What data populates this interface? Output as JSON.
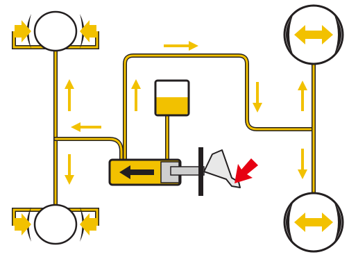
{
  "colors": {
    "fluid": "#f2c100",
    "outline": "#231f20",
    "piston": "#c8c8c8",
    "input_arrow": "#e60012",
    "background": "#ffffff"
  },
  "parts": {
    "wheels": [
      {
        "position": "front-left",
        "type": "drum-or-caliper",
        "force": "inward"
      },
      {
        "position": "rear-left",
        "type": "drum-or-caliper",
        "force": "inward"
      },
      {
        "position": "front-right",
        "type": "expanding",
        "force": "outward"
      },
      {
        "position": "rear-right",
        "type": "expanding",
        "force": "outward"
      }
    ],
    "reservoir": "brake-fluid-reservoir",
    "master_cylinder": "master-cylinder",
    "pedal": "brake-pedal",
    "input": "foot-force-arrow"
  },
  "flow_directions": {
    "top_line": "right",
    "left_branch_up": "up",
    "left_branch_down": "down",
    "left_feed": "left",
    "right_descent": "down",
    "right_branch_up": "up",
    "right_branch_down": "down",
    "master_cylinder_piston": "left"
  }
}
